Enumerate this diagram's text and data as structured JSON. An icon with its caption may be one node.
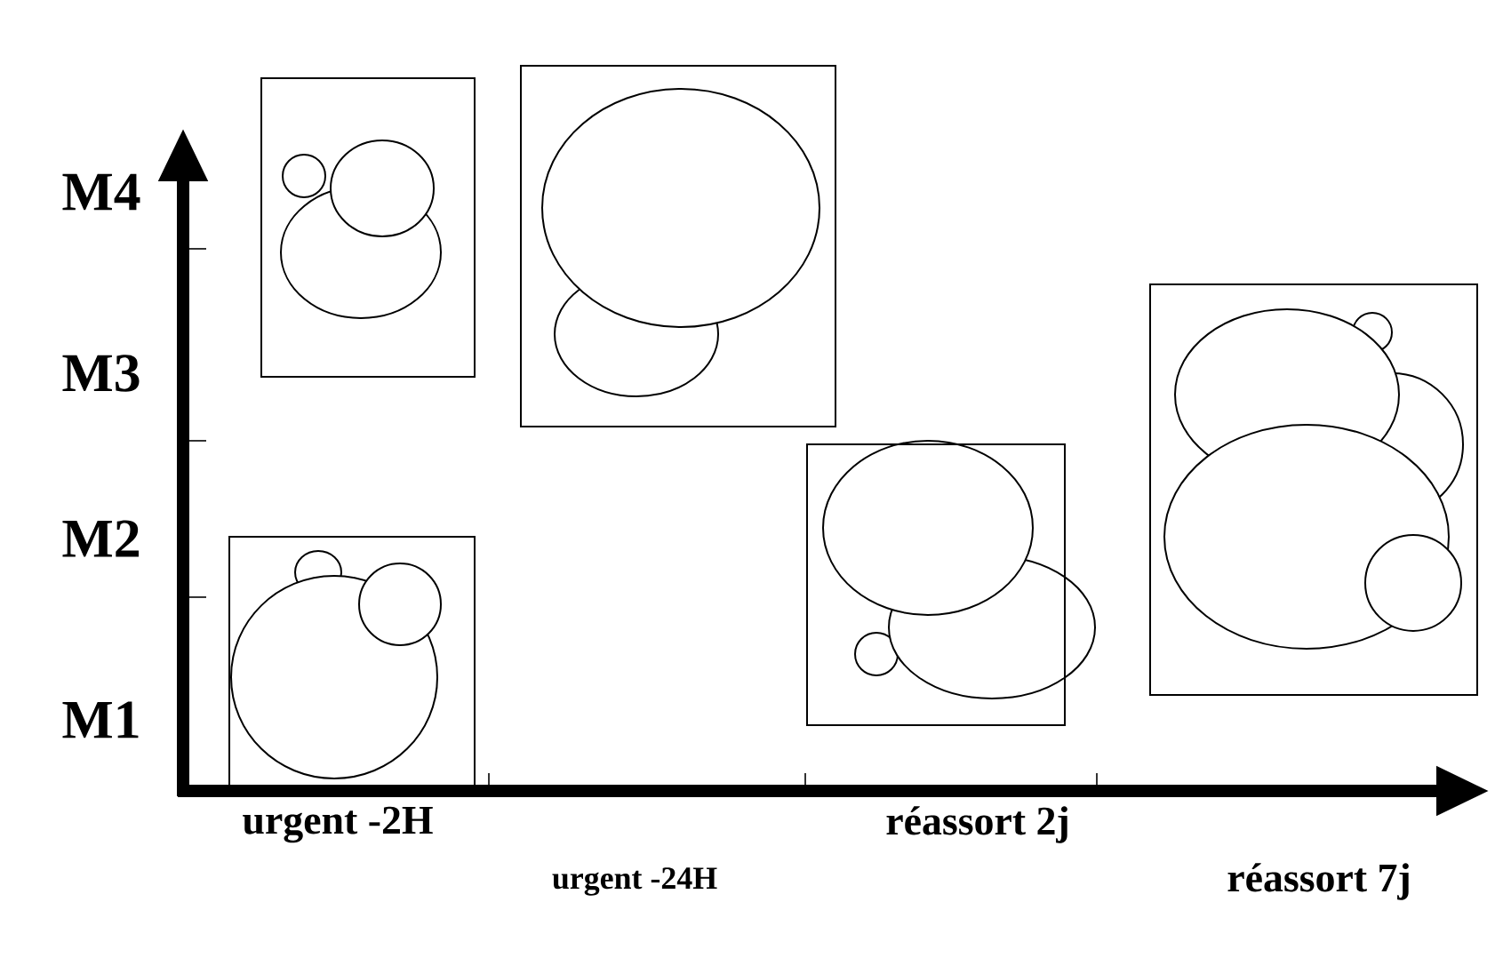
{
  "diagram": {
    "nodes": [
      {
        "text": [],
        "shape": "box"
      },
      {
        "text": [],
        "shape": "circle",
        "in": 0
      },
      {
        "text": [],
        "shape": "circle",
        "in": 0
      },
      {
        "text": [],
        "shape": "circle",
        "in": 0
      },
      {
        "text": [],
        "shape": "box"
      },
      {
        "text": [],
        "shape": "circle",
        "in": 4
      },
      {
        "text": [],
        "shape": "circle",
        "in": 4
      },
      {
        "text": [],
        "shape": "box"
      },
      {
        "text": [],
        "shape": "circle",
        "in": 7
      },
      {
        "text": [],
        "shape": "circle",
        "in": 7
      },
      {
        "text": [],
        "shape": "circle",
        "in": 7
      },
      {
        "text": [],
        "shape": "box"
      },
      {
        "text": [],
        "shape": "circle",
        "in": 11
      },
      {
        "text": [],
        "shape": "circle",
        "in": 11
      },
      {
        "text": [],
        "shape": "circle",
        "in": 11
      },
      {
        "text": [],
        "shape": "box"
      },
      {
        "text": [],
        "shape": "circle",
        "in": 15
      },
      {
        "text": [],
        "shape": "circle",
        "in": 15
      },
      {
        "text": [],
        "shape": "circle",
        "in": 15
      },
      {
        "text": [],
        "shape": "circle",
        "in": 15
      },
      {
        "text": [],
        "shape": "circle",
        "in": 15
      }
    ],
    "labels": [
      "M4",
      "M3",
      "M2",
      "M1",
      "urgent -2H",
      "urgent -24H",
      "réassort 2j",
      "réassort 7j"
    ]
  }
}
